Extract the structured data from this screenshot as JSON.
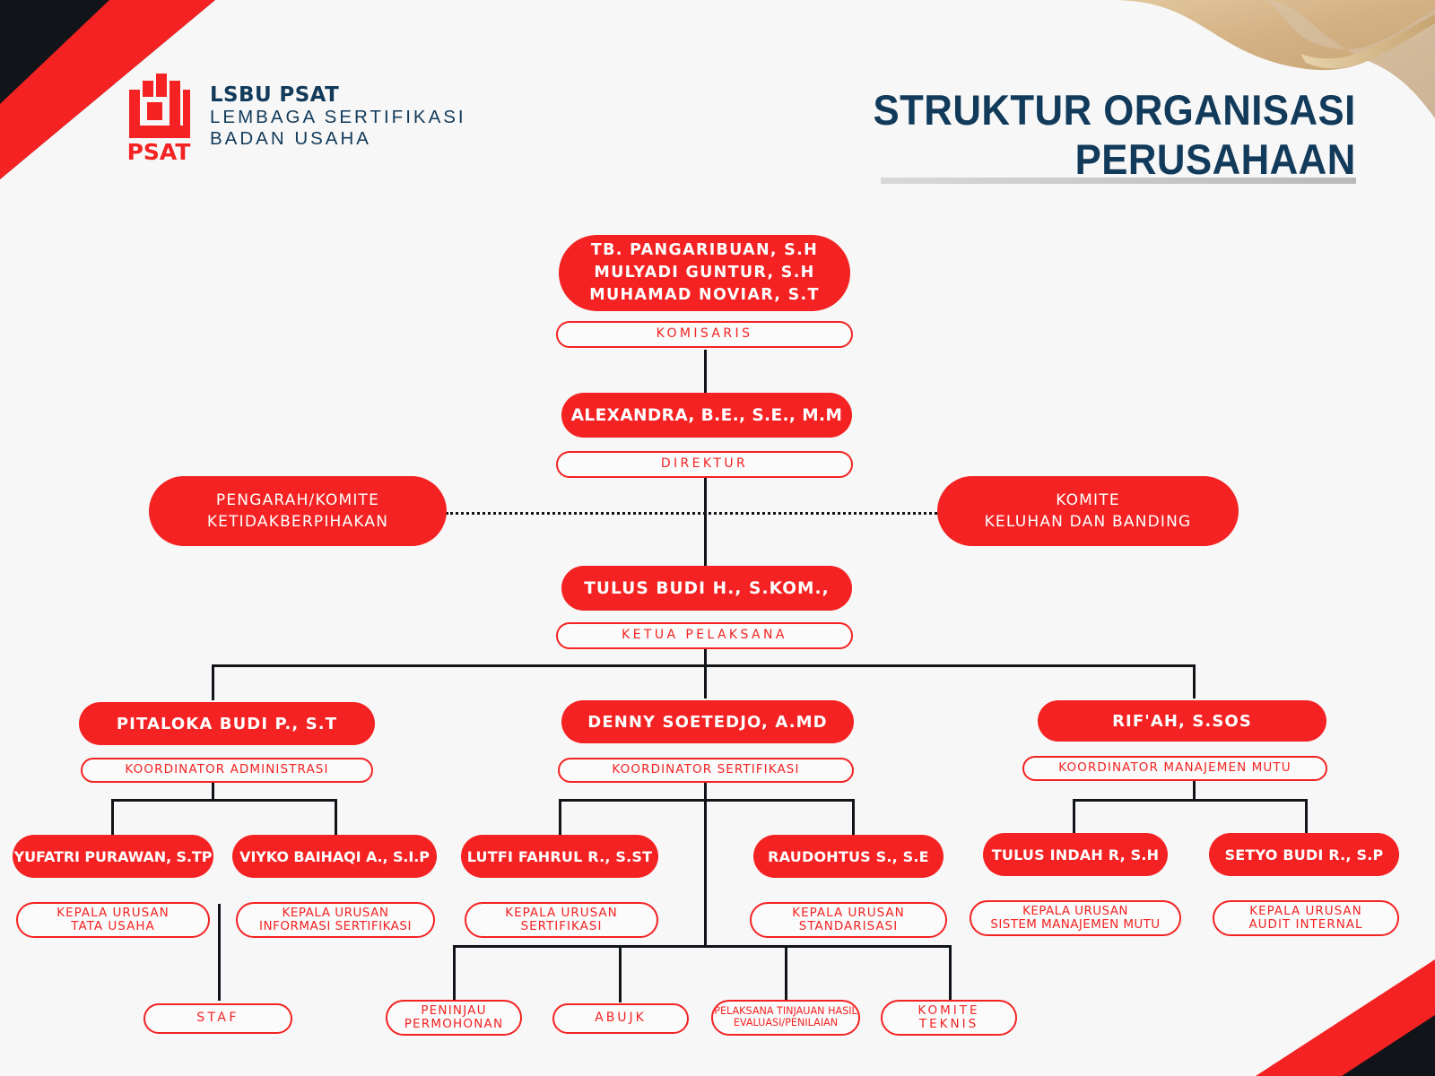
{
  "brand": {
    "logo_title": "LSBU PSAT",
    "logo_sub_line1": "LEMBAGA SERTIFIKASI",
    "logo_sub_line2": "BADAN USAHA",
    "logo_mark_label": "PSAT",
    "colors": {
      "red": "#F42222",
      "navy": "#123A5A",
      "black": "#111418",
      "background": "#f7f7f7",
      "gold": "#d9bb8a"
    }
  },
  "header": {
    "title_line1": "STRUKTUR ORGANISASI",
    "title_line2": "PERUSAHAAN"
  },
  "chart_data": {
    "type": "diagram",
    "title": "STRUKTUR ORGANISASI PERUSAHAAN",
    "nodes": {
      "komisaris": {
        "name_line1": "TB. PANGARIBUAN, S.H",
        "name_line2": "MULYADI GUNTUR, S.H",
        "name_line3": "MUHAMAD NOVIAR, S.T",
        "role": "KOMISARIS"
      },
      "direktur": {
        "name": "ALEXANDRA, B.E., S.E., M.M",
        "role": "DIREKTUR"
      },
      "pengarah": {
        "line1": "PENGARAH/KOMITE",
        "line2": "KETIDAKBERPIHAKAN"
      },
      "komite_keluhan": {
        "line1": "KOMITE",
        "line2": "KELUHAN DAN BANDING"
      },
      "ketua_pelaksana": {
        "name": "TULUS BUDI H., S.KOM.,",
        "role": "KETUA PELAKSANA"
      },
      "koord_administrasi": {
        "name": "PITALOKA BUDI P., S.T",
        "role": "KOORDINATOR ADMINISTRASI"
      },
      "koord_sertifikasi": {
        "name": "DENNY SOETEDJO, A.MD",
        "role": "KOORDINATOR SERTIFIKASI"
      },
      "koord_manajemen_mutu": {
        "name": "RIF'AH, S.SOS",
        "role": "KOORDINATOR MANAJEMEN MUTU"
      },
      "kaur_tata_usaha": {
        "name": "YUFATRI PURAWAN, S.TP",
        "role_line1": "KEPALA URUSAN",
        "role_line2": "TATA USAHA"
      },
      "kaur_informasi_sertifikasi": {
        "name": "VIYKO BAIHAQI A., S.I.P",
        "role_line1": "KEPALA URUSAN",
        "role_line2": "INFORMASI SERTIFIKASI"
      },
      "kaur_sertifikasi": {
        "name": "LUTFI FAHRUL R., S.ST",
        "role_line1": "KEPALA URUSAN",
        "role_line2": "SERTIFIKASI"
      },
      "kaur_standarisasi": {
        "name": "RAUDOHTUS S., S.E",
        "role_line1": "KEPALA URUSAN",
        "role_line2": "STANDARISASI"
      },
      "kaur_sistem_manajemen_mutu": {
        "name": "TULUS INDAH R, S.H",
        "role_line1": "KEPALA URUSAN",
        "role_line2": "SISTEM MANAJEMEN MUTU"
      },
      "kaur_audit_internal": {
        "name": "SETYO BUDI R., S.P",
        "role_line1": "KEPALA URUSAN",
        "role_line2": "AUDIT INTERNAL"
      },
      "staf": {
        "label": "STAF"
      },
      "peninjau_permohonan": {
        "line1": "PENINJAU",
        "line2": "PERMOHONAN"
      },
      "abujk": {
        "label": "ABUJK"
      },
      "pelaksana_tinjauan": {
        "line1": "PELAKSANA TINJAUAN HASIL",
        "line2": "EVALUASI/PENILAIAN"
      },
      "komite_teknis": {
        "line1": "KOMITE",
        "line2": "TEKNIS"
      }
    },
    "hierarchy": [
      {
        "parent": "komisaris",
        "child": "direktur"
      },
      {
        "parent": "direktur",
        "child": "ketua_pelaksana"
      },
      {
        "parent": "direktur",
        "child": "pengarah",
        "style": "dotted"
      },
      {
        "parent": "direktur",
        "child": "komite_keluhan",
        "style": "dotted"
      },
      {
        "parent": "ketua_pelaksana",
        "child": "koord_administrasi"
      },
      {
        "parent": "ketua_pelaksana",
        "child": "koord_sertifikasi"
      },
      {
        "parent": "ketua_pelaksana",
        "child": "koord_manajemen_mutu"
      },
      {
        "parent": "koord_administrasi",
        "child": "kaur_tata_usaha"
      },
      {
        "parent": "koord_administrasi",
        "child": "kaur_informasi_sertifikasi"
      },
      {
        "parent": "koord_sertifikasi",
        "child": "kaur_sertifikasi"
      },
      {
        "parent": "koord_sertifikasi",
        "child": "kaur_standarisasi"
      },
      {
        "parent": "koord_manajemen_mutu",
        "child": "kaur_sistem_manajemen_mutu"
      },
      {
        "parent": "koord_manajemen_mutu",
        "child": "kaur_audit_internal"
      },
      {
        "parent": "kaur_tata_usaha",
        "child": "staf"
      },
      {
        "parent": "koord_sertifikasi",
        "child": "peninjau_permohonan"
      },
      {
        "parent": "koord_sertifikasi",
        "child": "abujk"
      },
      {
        "parent": "koord_sertifikasi",
        "child": "pelaksana_tinjauan"
      },
      {
        "parent": "koord_sertifikasi",
        "child": "komite_teknis"
      }
    ]
  }
}
